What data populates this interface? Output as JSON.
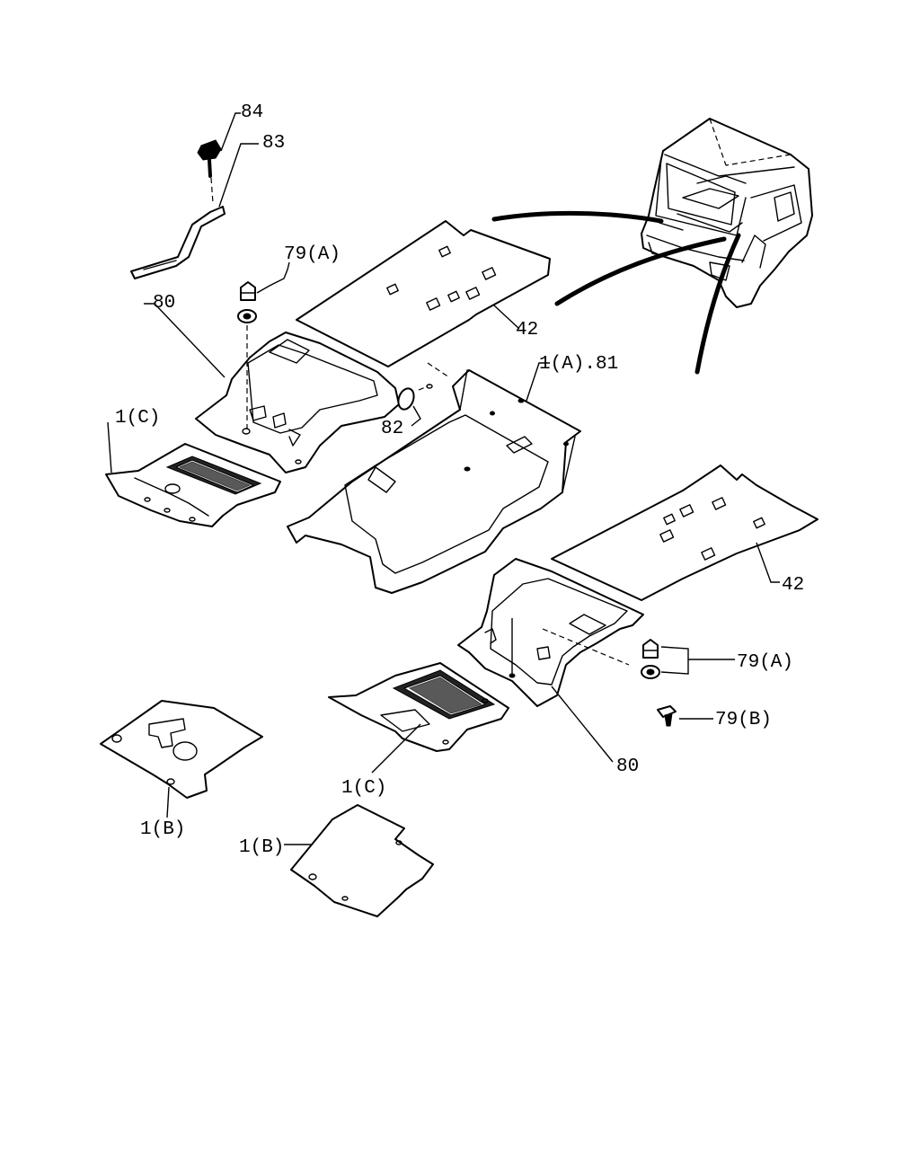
{
  "callouts": {
    "l84": "84",
    "l83": "83",
    "l79a_top": "79(A)",
    "l80_top": "80",
    "l42_top": "42",
    "l1a81": "1(A).81",
    "l82": "82",
    "l1c_left": "1(C)",
    "l42_right": "42",
    "l79a_right": "79(A)",
    "l79b": "79(B)",
    "l80_bottom": "80",
    "l1c_bottom": "1(C)",
    "l1b_left": "1(B)",
    "l1b_bottom": "1(B)"
  }
}
